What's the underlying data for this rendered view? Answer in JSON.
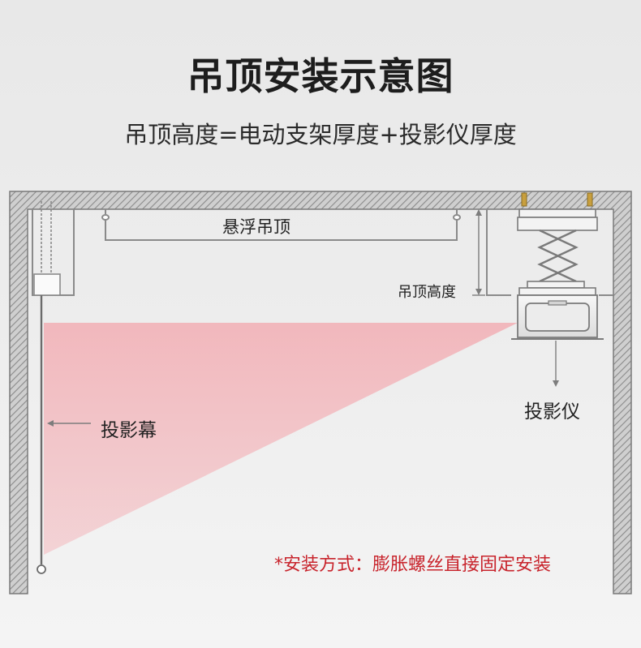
{
  "header": {
    "title": "吊顶安装示意图",
    "formula": "吊顶高度=电动支架厚度+投影仪厚度"
  },
  "labels": {
    "suspended_ceiling": "悬浮吊顶",
    "ceiling_height": "吊顶高度",
    "projector": "投影仪",
    "screen": "投影幕"
  },
  "note": "*安装方式：膨胀螺丝直接固定安装",
  "colors": {
    "title": "#1d1d1d",
    "wall_hatch": "#8a8a8a",
    "projection_beam": "#f2aeb4",
    "note": "#c8242c",
    "line": "#7d7d7d"
  },
  "icons": {
    "projector": "projector-icon",
    "scissor_lift": "scissor-lift-icon",
    "screen_motor": "screen-motor-icon"
  }
}
